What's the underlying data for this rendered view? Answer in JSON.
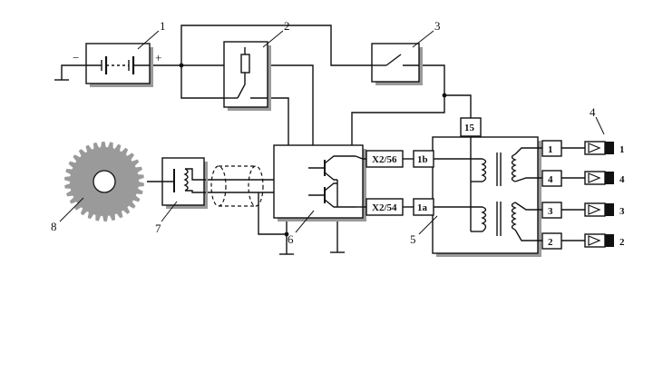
{
  "callouts": [
    "1",
    "2",
    "3",
    "4",
    "5",
    "6",
    "7",
    "8"
  ],
  "terminals": {
    "battery_minus": "−",
    "battery_plus": "+",
    "commutator_out_56": "X2/56",
    "commutator_out_54": "X2/54",
    "coil_in_b": "1b",
    "coil_in_a": "1a",
    "coil_supply": "15"
  },
  "outputs": [
    {
      "box": "1",
      "plug": "1"
    },
    {
      "box": "4",
      "plug": "4"
    },
    {
      "box": "3",
      "plug": "3"
    },
    {
      "box": "2",
      "plug": "2"
    }
  ]
}
